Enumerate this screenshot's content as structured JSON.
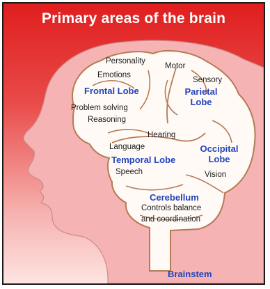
{
  "title": "Primary areas of the brain",
  "colors": {
    "header_red": "#e32222",
    "head_pink": "#f5b3b3",
    "brain_white": "#fffaf6",
    "lobe_blue": "#2244bb",
    "outline_brown": "#b47b55"
  },
  "regions": {
    "frontal": {
      "name": "Frontal Lobe",
      "functions": [
        "Personality",
        "Emotions",
        "Motor",
        "Problem solving",
        "Reasoning"
      ]
    },
    "parietal": {
      "name": "Parietal Lobe",
      "functions": [
        "Sensory"
      ]
    },
    "temporal": {
      "name": "Temporal Lobe",
      "functions": [
        "Hearing",
        "Language",
        "Speech"
      ]
    },
    "occipital": {
      "name": "Occipital Lobe",
      "functions": [
        "Vision"
      ]
    },
    "cerebellum": {
      "name": "Cerebellum",
      "functions": [
        "Controls balance",
        "and coordination"
      ]
    },
    "brainstem": {
      "name": "Brainstem"
    }
  }
}
